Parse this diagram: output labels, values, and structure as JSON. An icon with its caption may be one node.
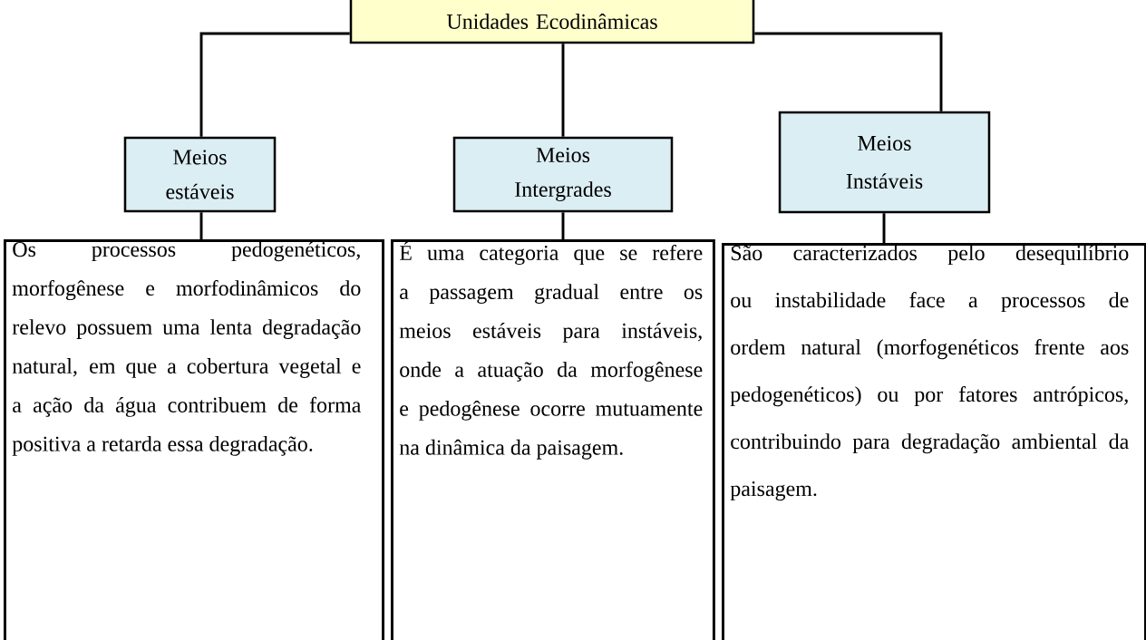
{
  "diagram": {
    "nodes": [
      {
        "text": [
          "Unidades Ecodinâmicas"
        ]
      },
      {
        "text": [
          "Meios estáveis"
        ]
      },
      {
        "text": [
          "Meios Intergrades"
        ]
      },
      {
        "text": [
          "Meios Instáveis"
        ]
      },
      {
        "text": [
          "Os processos pedogenéticos, morfogênese e morfodinâmicos do relevo possuem uma lenta degradação natural, em que a cobertura vegetal e a ação da água contribuem de forma positiva a retarda essa degradação."
        ]
      },
      {
        "text": [
          "É uma categoria que se refere a passagem gradual entre os meios estáveis para instáveis, onde a atuação da morfogênese e pedogênese ocorre mutuamente na dinâmica da paisagem."
        ]
      },
      {
        "text": [
          "São caracterizados pelo desequilíbrio ou instabilidade face a processos de ordem natural (morfogenéticos frente aos pedogenéticos) ou por fatores antrópicos, contribuindo para degradação ambiental da paisagem."
        ]
      }
    ],
    "edges": [
      {
        "from": 0,
        "to": 1,
        "arrow": "none"
      },
      {
        "from": 0,
        "to": 2,
        "arrow": "none"
      },
      {
        "from": 0,
        "to": 3,
        "arrow": "none"
      },
      {
        "from": 1,
        "to": 4,
        "arrow": "none"
      },
      {
        "from": 2,
        "to": 5,
        "arrow": "none"
      },
      {
        "from": 3,
        "to": 6,
        "arrow": "none"
      }
    ]
  }
}
